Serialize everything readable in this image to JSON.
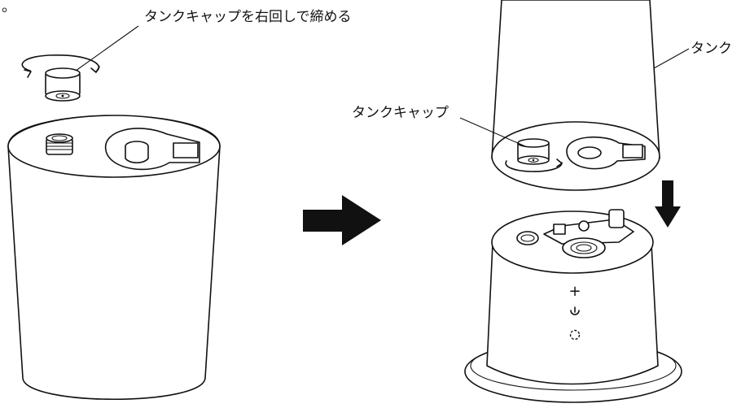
{
  "labels": {
    "instruction": "タンクキャップを右回しで締める",
    "tank": "タンク",
    "tank_cap": "タンクキャップ",
    "indicator_top": "。"
  },
  "control_icons": {
    "plus": "+",
    "power": "power-icon",
    "mode": "dashed-circle-icon"
  }
}
